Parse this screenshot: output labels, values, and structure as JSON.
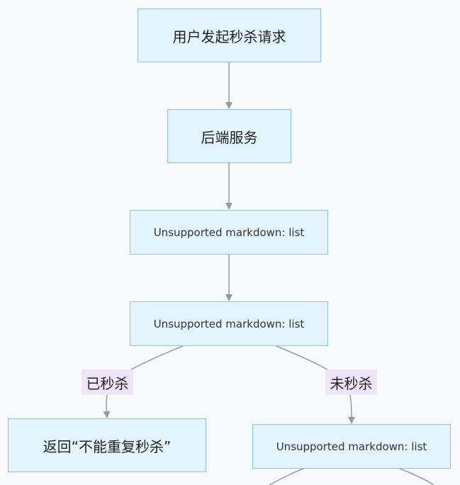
{
  "diagram": {
    "nodes": [
      {
        "id": "start",
        "label": "用户发起秒杀请求"
      },
      {
        "id": "backend",
        "label": "后端服务"
      },
      {
        "id": "md1",
        "label": "Unsupported markdown: list"
      },
      {
        "id": "md2",
        "label": "Unsupported markdown: list"
      },
      {
        "id": "returnMsg",
        "label": "返回“不能重复秒杀”"
      },
      {
        "id": "md3",
        "label": "Unsupported markdown: list"
      }
    ],
    "edges": [
      {
        "from": "start",
        "to": "backend",
        "label": ""
      },
      {
        "from": "backend",
        "to": "md1",
        "label": ""
      },
      {
        "from": "md1",
        "to": "md2",
        "label": ""
      },
      {
        "from": "md2",
        "to": "returnMsg",
        "label": "已秒杀"
      },
      {
        "from": "md2",
        "to": "md3",
        "label": "未秒杀"
      }
    ],
    "colors": {
      "node_fill": "#e3f4fe",
      "node_border": "#8fbef0",
      "edge": "#9a9a9a",
      "edge_label_bg": "#efe5fb",
      "background": "#f8f9fb"
    }
  }
}
